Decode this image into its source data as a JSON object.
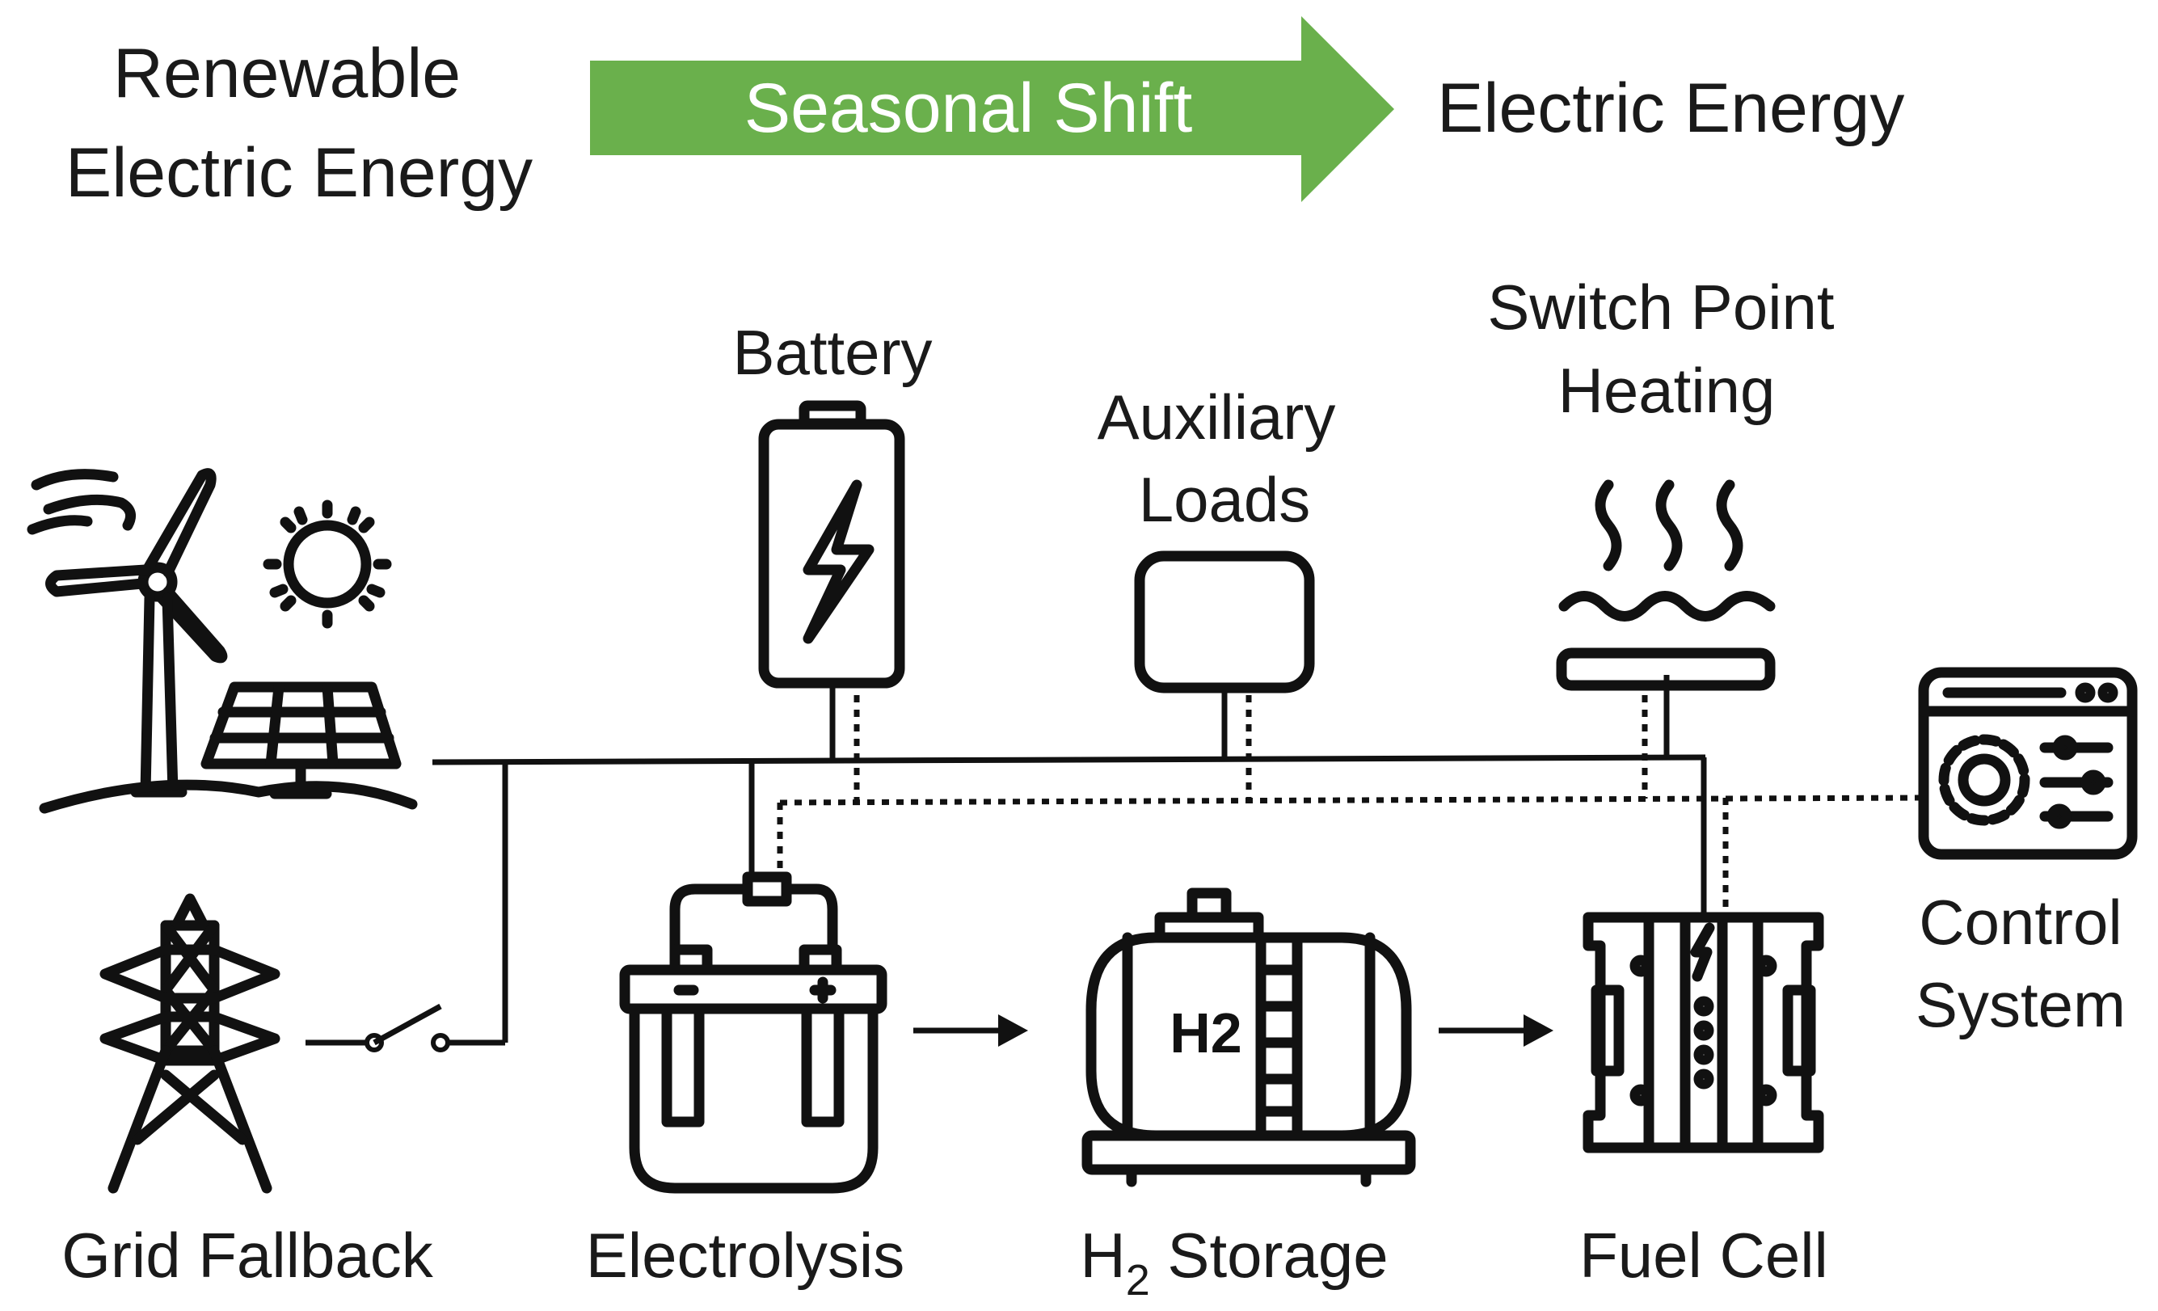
{
  "header": {
    "source_label": [
      "Renewable",
      "Electric Energy"
    ],
    "arrow_label": "Seasonal Shift",
    "target_label": "Electric Energy",
    "arrow_color": "#6ab04c"
  },
  "components": {
    "battery": "Battery",
    "auxiliary_loads": [
      "Auxiliary",
      "Loads"
    ],
    "switch_point_heating": [
      "Switch Point",
      "Heating"
    ],
    "control_system": [
      "Control",
      "System"
    ],
    "grid_fallback": "Grid Fallback",
    "electrolysis": "Electrolysis",
    "h2_storage": {
      "prefix": "H",
      "subscript": "2",
      "suffix": " Storage"
    },
    "fuel_cell": "Fuel Cell",
    "tank_marking": "H2"
  },
  "icons": [
    "wind-turbine-icon",
    "sun-icon",
    "solar-panel-icon",
    "battery-icon",
    "load-box-icon",
    "heating-icon",
    "control-panel-icon",
    "pylon-icon",
    "switch-icon",
    "electrolyzer-icon",
    "hydrogen-tank-icon",
    "fuel-cell-icon"
  ]
}
